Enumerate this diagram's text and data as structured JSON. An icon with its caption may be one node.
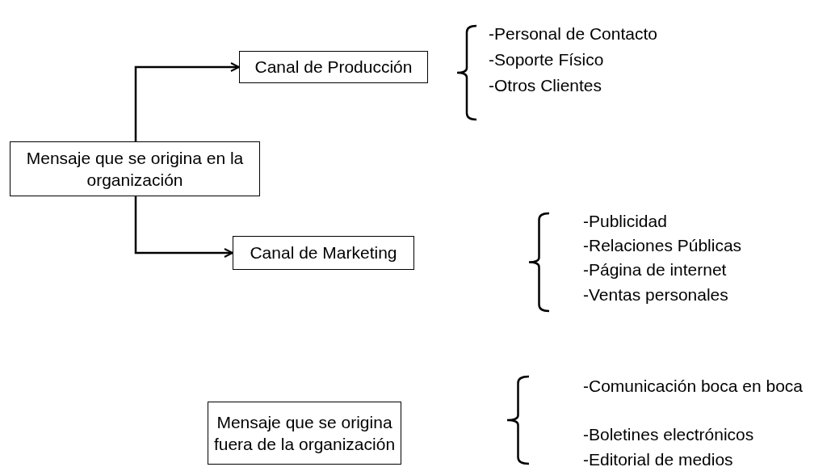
{
  "diagram": {
    "nodes": [
      {
        "text": [
          "Mensaje que se origina en la organización"
        ]
      },
      {
        "text": [
          "Canal de Producción"
        ]
      },
      {
        "text": [
          "Canal de Marketing"
        ]
      },
      {
        "text": [
          "Mensaje que se origina fuera de la organización"
        ]
      }
    ],
    "edges": [
      {
        "from": 0,
        "to": 1,
        "arrow": "to"
      },
      {
        "from": 0,
        "to": 2,
        "arrow": "to"
      }
    ],
    "labels": [
      "-Personal de Contacto",
      "-Soporte Físico",
      "-Otros Clientes",
      "-Publicidad",
      "-Relaciones Públicas",
      "-Página de internet",
      "-Ventas personales",
      "-Comunicación boca en boca",
      "-Boletines electrónicos",
      "-Editorial de medios"
    ]
  }
}
